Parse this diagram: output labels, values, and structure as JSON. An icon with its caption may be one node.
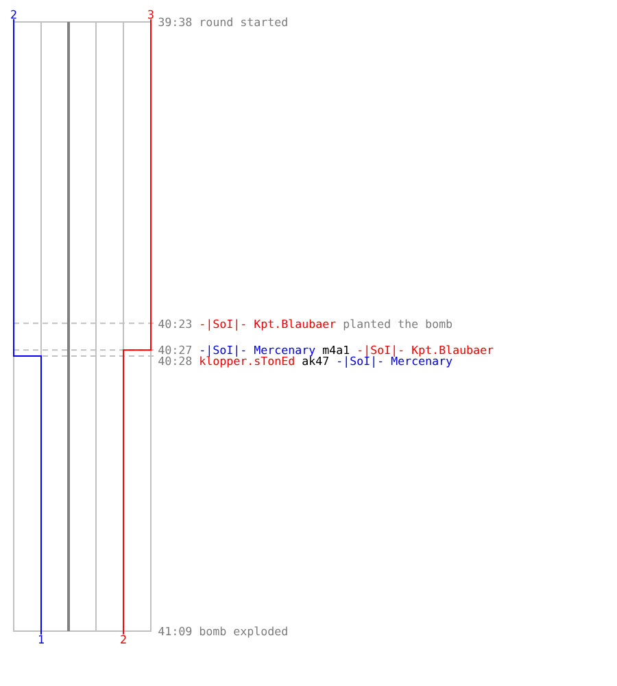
{
  "diagram": {
    "nodes": [
      {
        "text": [
          "2"
        ]
      },
      {
        "text": [
          "3"
        ]
      },
      {
        "text": [
          "1"
        ]
      },
      {
        "text": [
          "2"
        ]
      }
    ],
    "edges": [
      {
        "from": 0,
        "to": 2,
        "arrow": "none",
        "color": "#0000ff"
      },
      {
        "from": 1,
        "to": 3,
        "arrow": "none",
        "color": "#ff0000"
      }
    ],
    "labels": [
      "39:38",
      "round started",
      "40:23",
      "-|SoI|- Kpt.Blaubaer",
      "planted the bomb",
      "40:27",
      "-|SoI|- Mercenary",
      "m4a1",
      "-|SoI|- Kpt.Blaubaer",
      "40:28",
      "klopper.sTonEd",
      "ak47",
      "-|SoI|- Mercenary",
      "41:09",
      "bomb exploded"
    ]
  }
}
